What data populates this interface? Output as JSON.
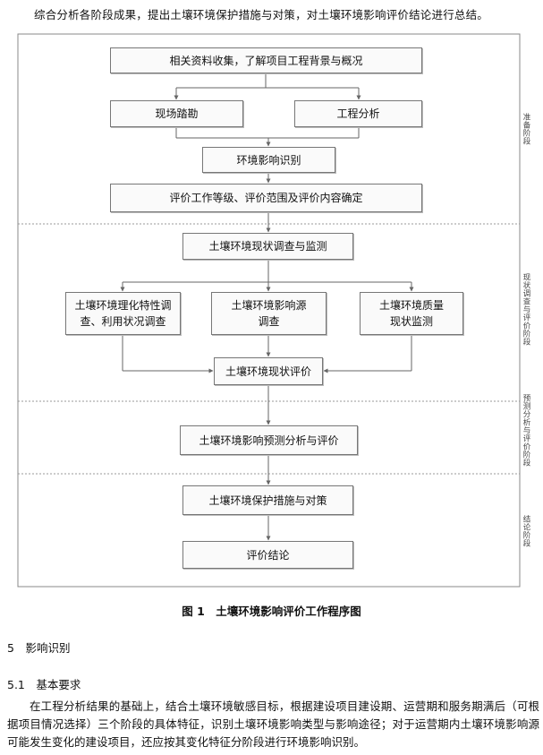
{
  "intro_text": "综合分析各阶段成果，提出土壤环境保护措施与对策，对土壤环境影响评价结论进行总结。",
  "flowchart": {
    "boxes": {
      "collect": "相关资料收集，了解项目工程背景与概况",
      "survey": "现场踏勘",
      "engineering": "工程分析",
      "identify": "环境影响识别",
      "grade": "评价工作等级、评价范围及评价内容确定",
      "status_survey": "土壤环境现状调查与监测",
      "physchem_line1": "土壤环境理化特性调",
      "physchem_line2": "查、利用状况调查",
      "source_line1": "土壤环境影响源",
      "source_line2": "调查",
      "quality_line1": "土壤环境质量",
      "quality_line2": "现状监测",
      "status_eval": "土壤环境现状评价",
      "predict": "土壤环境影响预测分析与评价",
      "protect": "土壤环境保护措施与对策",
      "conclusion": "评价结论"
    },
    "stages": {
      "prep": "准备阶段",
      "status": "现状调查与评价阶段",
      "predict": "预测分析与评价阶段",
      "conclusion": "结论阶段"
    }
  },
  "caption": "图 1　土壤环境影响评价工作程序图",
  "section5_heading": "5　影响识别",
  "section51_heading": "5.1　基本要求",
  "paragraph": "在工程分析结果的基础上，结合土壤环境敏感目标，根据建设项目建设期、运营期和服务期满后（可根据项目情况选择）三个阶段的具体特征，识别土壤环境影响类型与影响途径；对于运营期内土壤环境影响源可能发生变化的建设项目，还应按其变化特征分阶段进行环境影响识别。"
}
